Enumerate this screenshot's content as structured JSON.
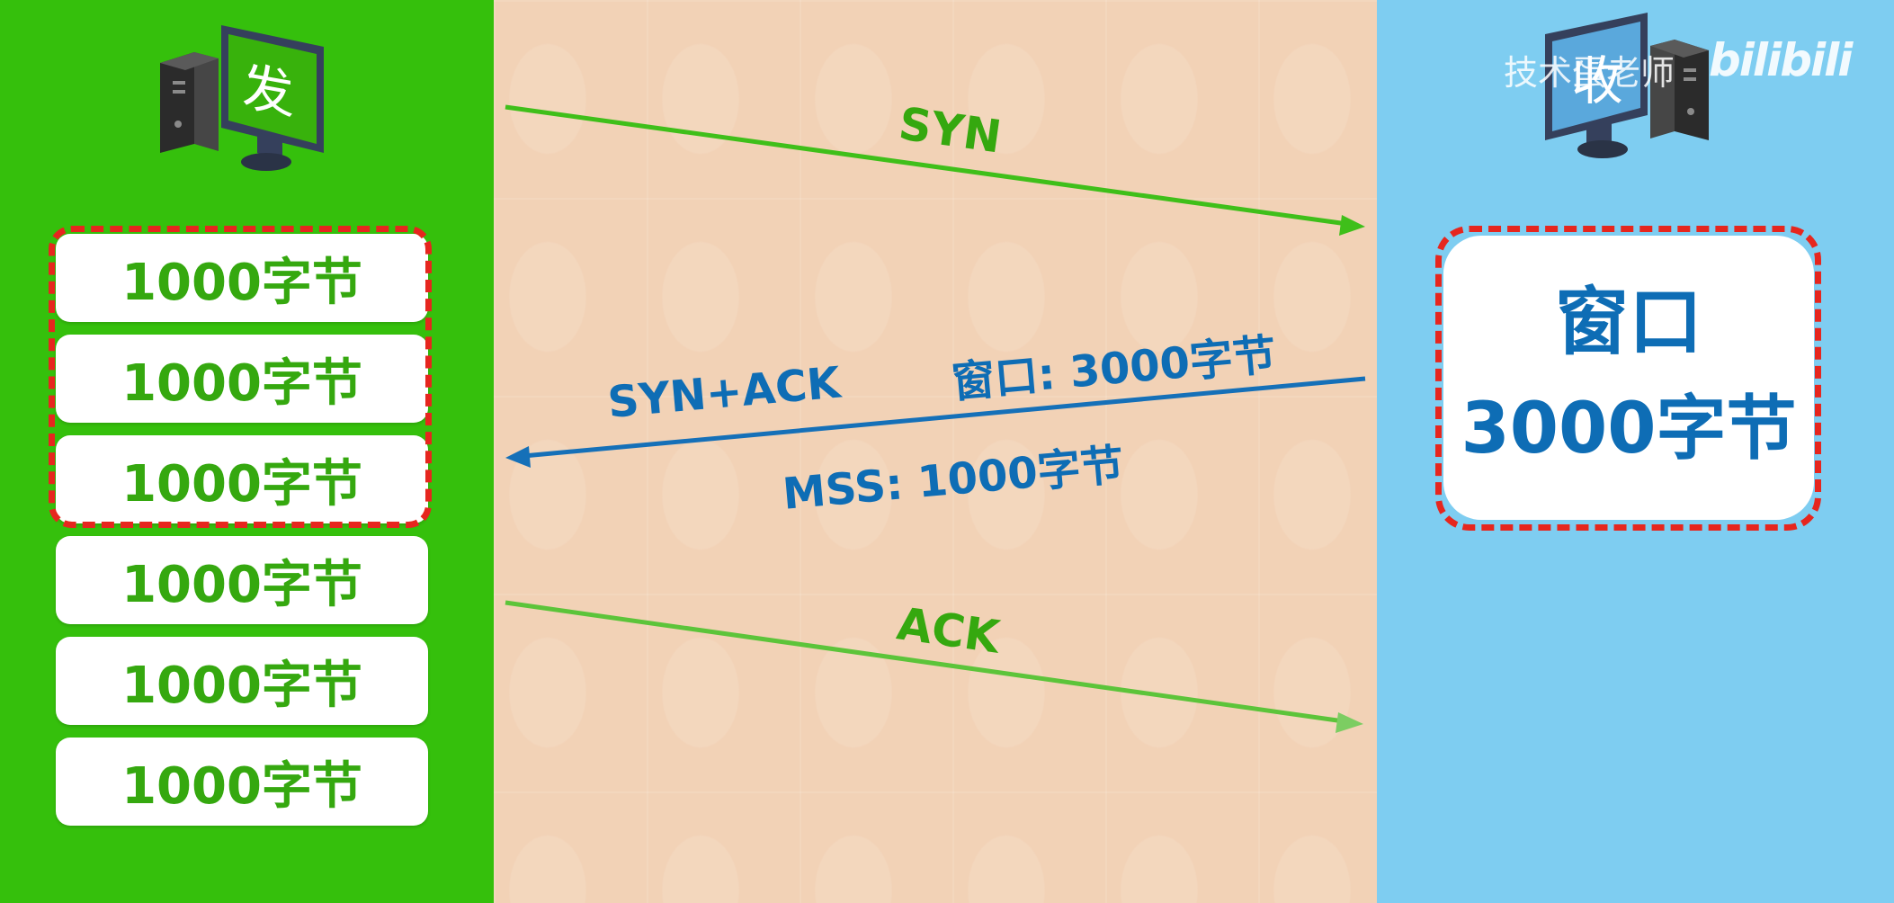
{
  "sender": {
    "label": "发"
  },
  "receiver": {
    "label": "收"
  },
  "sender_buffer": {
    "segments": [
      "1000字节",
      "1000字节",
      "1000字节",
      "1000字节",
      "1000字节",
      "1000字节"
    ]
  },
  "receiver_window": {
    "title": "窗口",
    "size": "3000字节"
  },
  "messages": {
    "syn": "SYN",
    "syn_ack": "SYN+ACK",
    "window": "窗口: 3000字节",
    "mss": "MSS: 1000字节",
    "ack": "ACK"
  },
  "watermark": {
    "author": "技术蛋老师",
    "site": "bilibili"
  },
  "colors": {
    "sender_bg": "#35c00c",
    "middle_bg": "#f2d2b6",
    "receiver_bg": "#7ecdf1",
    "green_text": "#35a80f",
    "blue_text": "#0e6db5",
    "dashed_outline": "#e6261e"
  }
}
